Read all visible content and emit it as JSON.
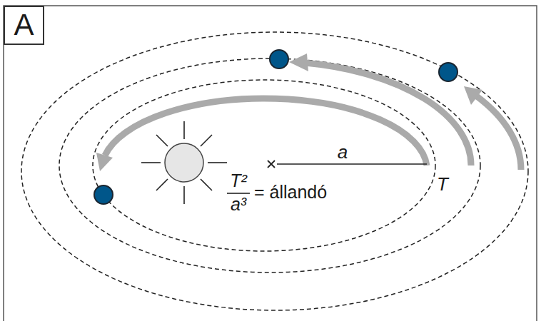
{
  "diagram": {
    "nodes": [
      {
        "text": [
          "A"
        ]
      }
    ],
    "labels": [
      "a",
      "T",
      "T²",
      "a³",
      "= állandó"
    ]
  }
}
